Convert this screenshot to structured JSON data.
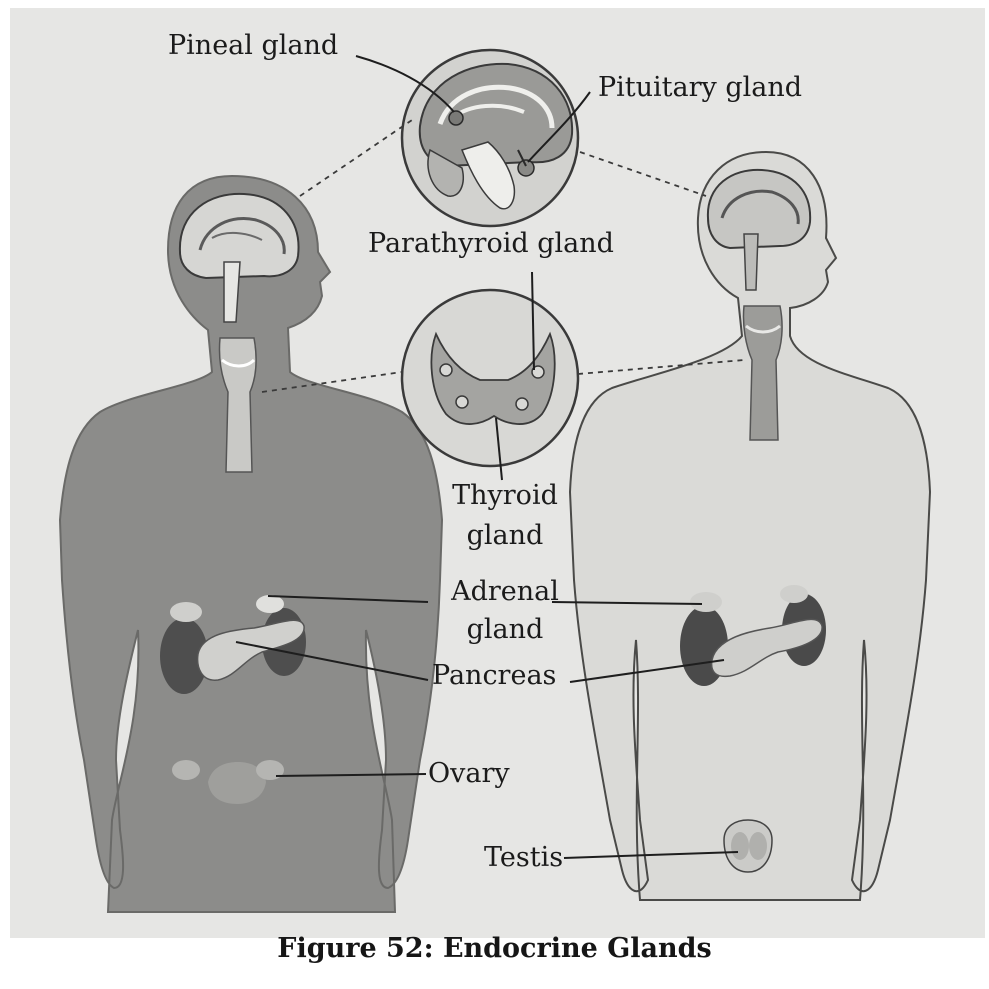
{
  "labels": {
    "pineal": "Pineal gland",
    "pituitary": "Pituitary gland",
    "parathyroid": "Parathyroid gland",
    "thyroid_line1": "Thyroid",
    "thyroid_line2": "gland",
    "adrenal_line1": "Adrenal",
    "adrenal_line2": "gland",
    "pancreas": "Pancreas",
    "ovary": "Ovary",
    "testis": "Testis"
  },
  "caption": "Figure 52: Endocrine Glands",
  "colors": {
    "female_body": "#8c8c8a",
    "male_body": "#d7d7d4",
    "organ_dark": "#4e4e4e",
    "organ_light": "#bdbdba",
    "outline": "#3a3a3a"
  }
}
